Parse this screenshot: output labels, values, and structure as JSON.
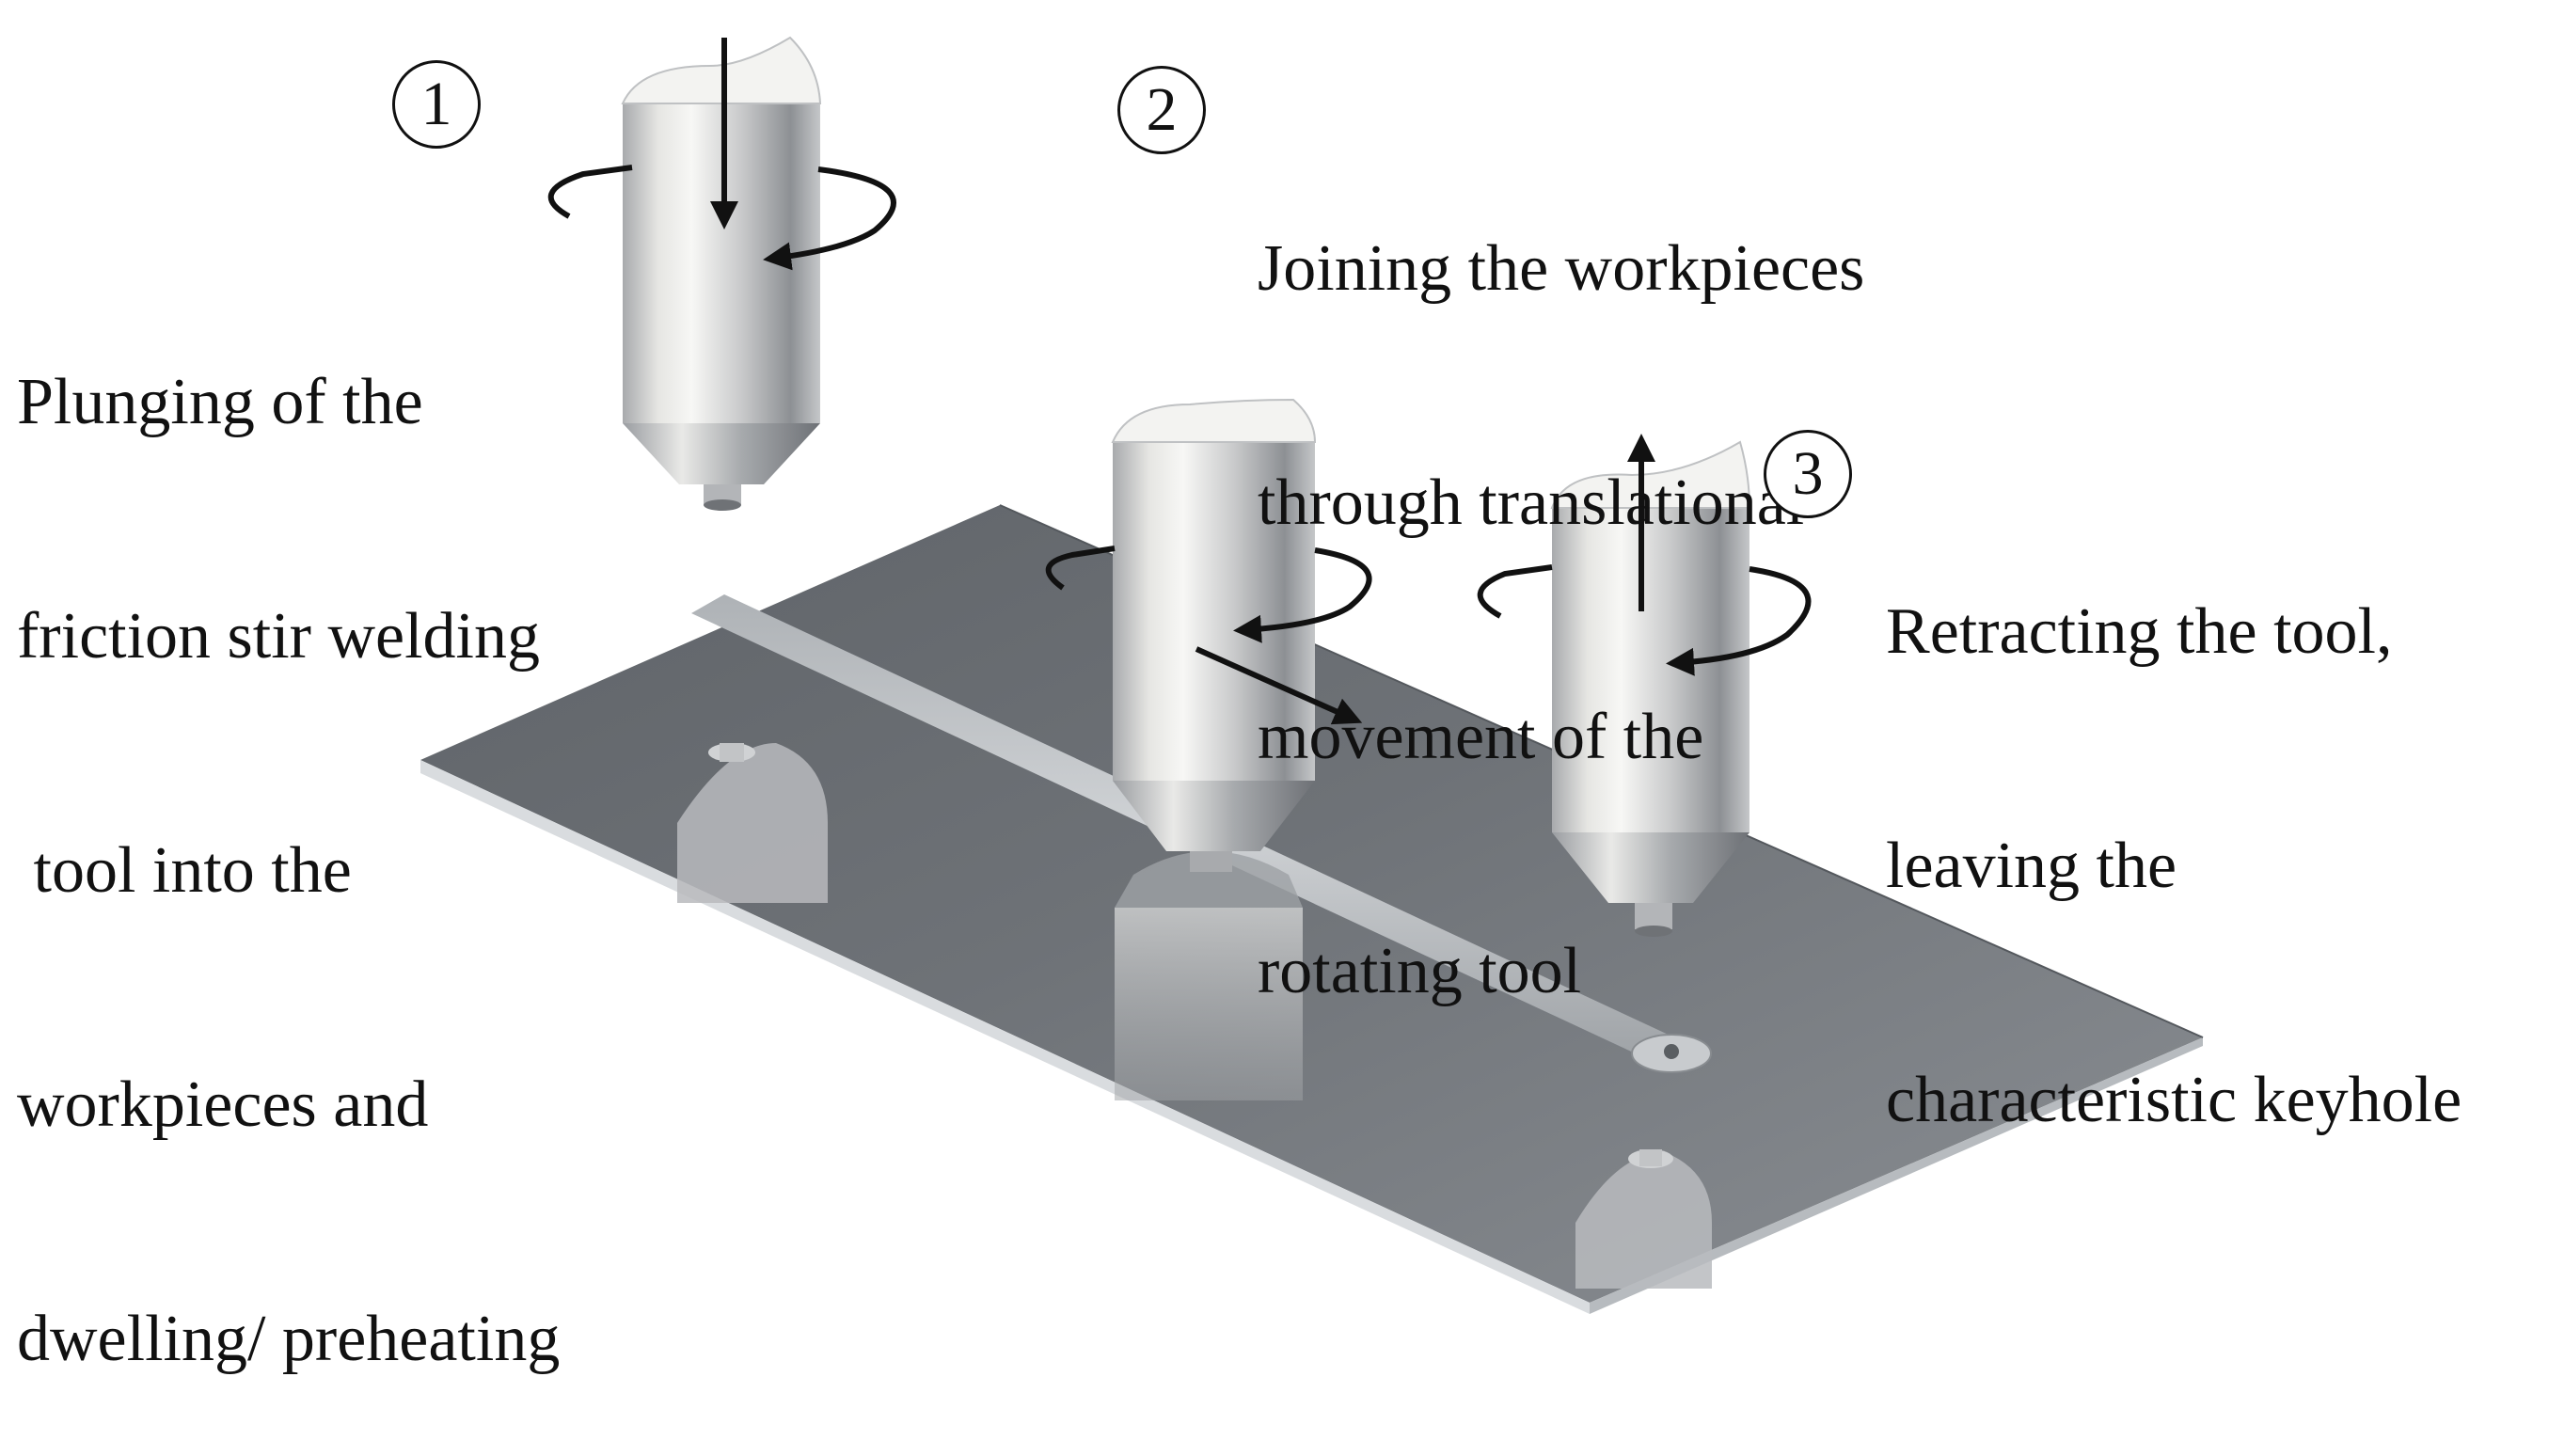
{
  "steps": [
    {
      "number": "1",
      "lines": [
        "Plunging of the",
        "friction stir welding",
        " tool into the",
        "workpieces and",
        "dwelling/ preheating"
      ]
    },
    {
      "number": "2",
      "lines": [
        "Joining the workpieces",
        "through translational",
        "movement of the",
        "rotating tool"
      ]
    },
    {
      "number": "3",
      "lines": [
        "Retracting the tool,",
        "leaving the",
        "characteristic keyhole"
      ]
    }
  ],
  "colors": {
    "plate_top": "#7b7f85",
    "plate_edge": "#c9cdd1",
    "tool_highlight": "#f4f4f2",
    "tool_shadow": "#8c8f93",
    "arrow": "#111111"
  }
}
